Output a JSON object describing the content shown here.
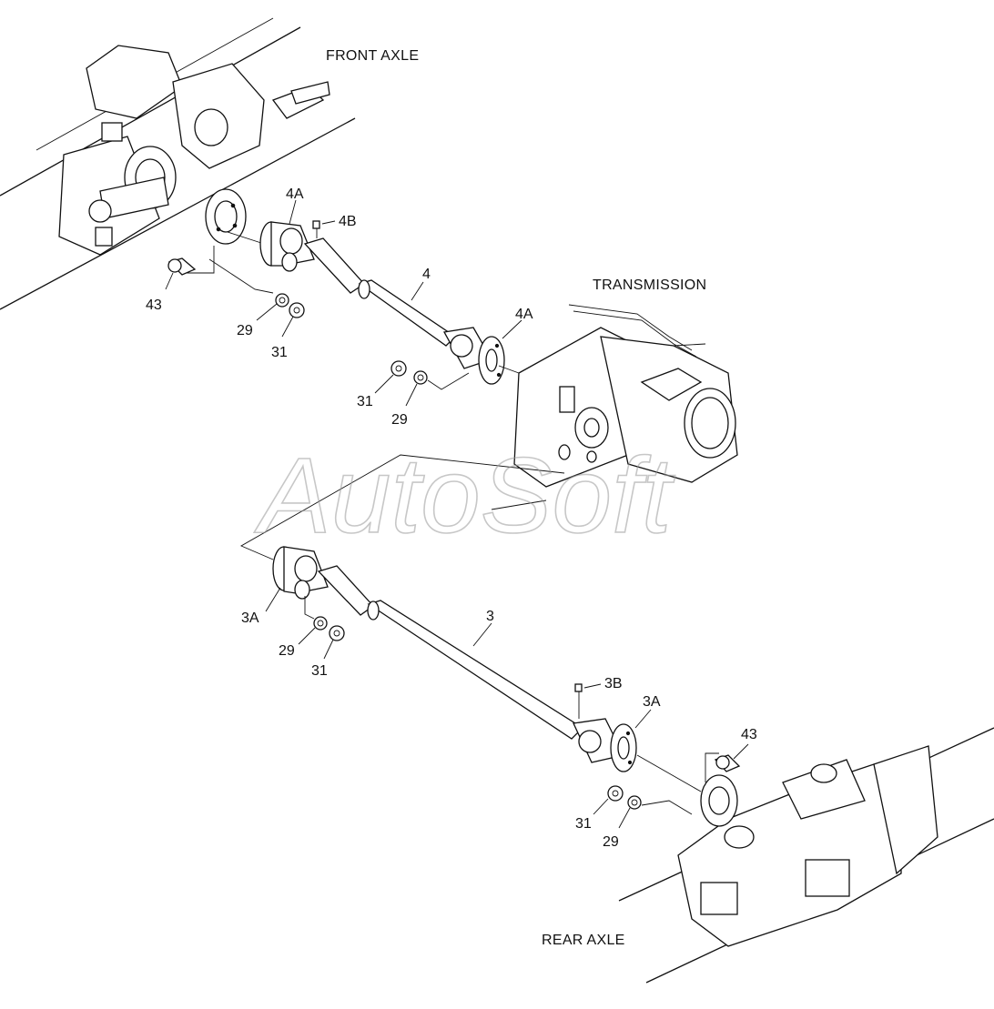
{
  "sections": {
    "front_axle": "FRONT AXLE",
    "transmission": "TRANSMISSION",
    "rear_axle": "REAR AXLE"
  },
  "watermark": "AutoSoft",
  "callouts": {
    "c_4a_top": "4A",
    "c_4b": "4B",
    "c_4": "4",
    "c_4a_right": "4A",
    "c_43_top": "43",
    "c_29_top": "29",
    "c_31_top": "31",
    "c_31_mid": "31",
    "c_29_mid": "29",
    "c_3a_left": "3A",
    "c_29_low": "29",
    "c_31_low": "31",
    "c_3": "3",
    "c_3b": "3B",
    "c_3a_right": "3A",
    "c_43_bottom": "43",
    "c_31_bottom": "31",
    "c_29_bottom": "29"
  }
}
